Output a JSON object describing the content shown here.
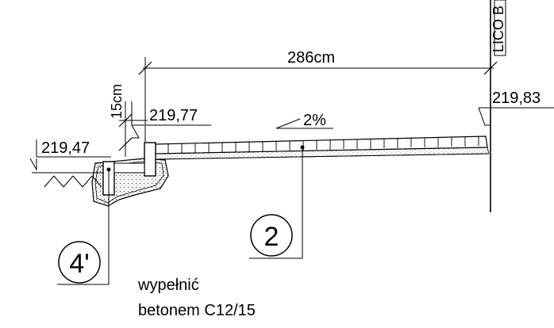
{
  "labels": {
    "wall_label": "LICO B",
    "width_dim": "286cm",
    "height_dim": "15cm",
    "level_top_curb": "219,77",
    "level_ground": "219,47",
    "level_wall": "219,83",
    "slope": "2%",
    "callout_2": "2",
    "callout_4": "4'",
    "note_line1": "wypełnić",
    "note_line2": "betonem C12/15"
  },
  "colors": {
    "ink": "#000000",
    "background": "#ffffff",
    "hatch": "#555555"
  }
}
